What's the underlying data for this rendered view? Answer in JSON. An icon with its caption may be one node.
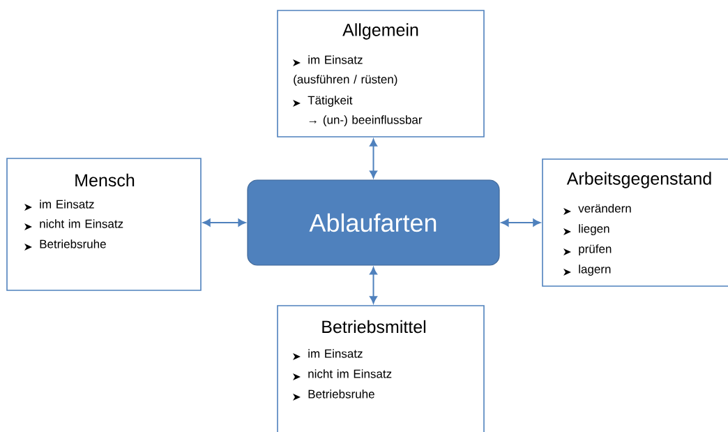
{
  "diagram": {
    "nodes": [
      {
        "text": [
          "Ablaufarten"
        ]
      },
      {
        "text": [
          "Allgemein",
          "im Einsatz (ausführen / rüsten)",
          "Tätigkeit",
          "→ (un-) beeinflussbar"
        ]
      },
      {
        "text": [
          "Mensch",
          "im Einsatz",
          "nicht im Einsatz",
          "Betriebsruhe"
        ]
      },
      {
        "text": [
          "Arbeitsgegenstand",
          "verändern",
          "liegen",
          "prüfen",
          "lagern"
        ]
      },
      {
        "text": [
          "Betriebsmittel",
          "im Einsatz",
          "nicht im Einsatz",
          "Betriebsruhe"
        ]
      }
    ],
    "edges": [
      {
        "from": 0,
        "to": 1,
        "arrow": "both"
      },
      {
        "from": 0,
        "to": 2,
        "arrow": "both"
      },
      {
        "from": 0,
        "to": 3,
        "arrow": "both"
      },
      {
        "from": 0,
        "to": 4,
        "arrow": "both"
      }
    ]
  }
}
